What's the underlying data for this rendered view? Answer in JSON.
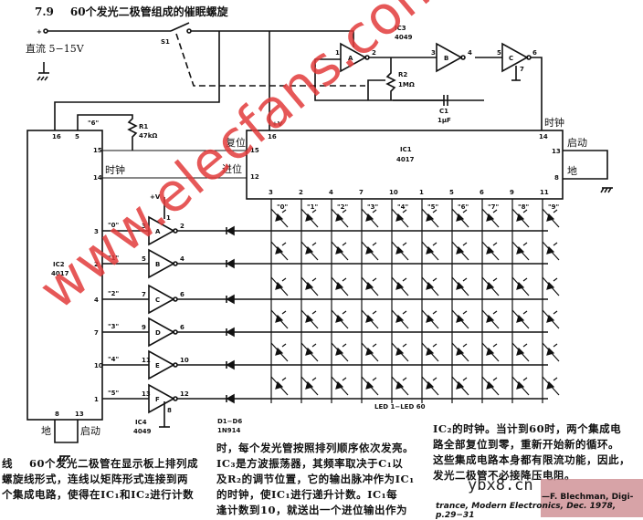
{
  "title": {
    "number": "7.9",
    "text": "60个发光二极管组成的催眠螺旋"
  },
  "power": {
    "label": "直流 5−15V",
    "plus": "+",
    "switch": "S1"
  },
  "ic3": {
    "name": "IC3",
    "part": "4049",
    "gates": [
      {
        "label": "A",
        "in": "1",
        "out": "2"
      },
      {
        "label": "B",
        "in": "3",
        "out": "4"
      },
      {
        "label": "C",
        "in": "5",
        "out": "6",
        "gnd": "7"
      }
    ],
    "r2": "R2",
    "r2_value": "1MΩ",
    "c1": "C1",
    "c1_value": "1μF"
  },
  "ic1": {
    "name": "IC1",
    "part": "4017",
    "vplus": "+V",
    "pin16": "16",
    "pin15": "15",
    "pin12": "12",
    "pin14": "14",
    "pin13": "13",
    "pin8": "8",
    "reset": "复位",
    "carry": "进位",
    "clock": "时钟",
    "enable": "启动",
    "ground": "地",
    "outputs": [
      "3",
      "2",
      "4",
      "7",
      "10",
      "1",
      "5",
      "6",
      "9",
      "11"
    ],
    "col_labels": [
      "\"0\"",
      "\"1\"",
      "\"2\"",
      "\"3\"",
      "\"4\"",
      "\"5\"",
      "\"6\"",
      "\"7\"",
      "\"8\"",
      "\"9\""
    ]
  },
  "ic2": {
    "name": "IC2",
    "part": "4017",
    "pin16": "16",
    "pin5": "5",
    "pin15": "15",
    "pin14": "14",
    "pin8": "8",
    "pin13": "13",
    "clock": "时钟",
    "ground": "地",
    "enable": "启动",
    "r1": "R1",
    "r1_value": "47kΩ",
    "reset_tag": "\"6\"",
    "outputs": [
      "3",
      "2",
      "4",
      "7",
      "10",
      "1"
    ],
    "row_labels": [
      "\"0\"",
      "\"1\"",
      "\"2\"",
      "\"3\"",
      "\"4\"",
      "\"5\""
    ]
  },
  "ic4": {
    "name": "IC4",
    "part": "4049",
    "vplus": "+V",
    "pin1": "1",
    "gnd": "8",
    "buffers": [
      {
        "label": "A",
        "in": "3",
        "out": "2"
      },
      {
        "label": "B",
        "in": "5",
        "out": "4"
      },
      {
        "label": "C",
        "in": "7",
        "out": "6"
      },
      {
        "label": "D",
        "in": "9",
        "out": "6"
      },
      {
        "label": "E",
        "in": "11",
        "out": "10"
      },
      {
        "label": "F",
        "in": "13",
        "out": "12"
      }
    ]
  },
  "diodes": {
    "label": "D1−D6",
    "part": "1N914"
  },
  "leds": {
    "label": "LED 1−LED 60"
  },
  "body_text": {
    "col1": "线    60个发光二极管在显示板上排列成\n螺旋线形式，连线以矩阵形式连接到两\n个集成电路，使得在IC₁和IC₂进行计数",
    "col2": "时，每个发光管按照排列顺序依次发亮。\nIC₃是方波振荡器，其频率取决于C₁以\n及R₂的调节位置，它的输出脉冲作为IC₁\n的时钟，使IC₁进行递升计数。IC₁每\n逢计数到10，就送出一个进位输出作为",
    "col3": "IC₂的时钟。当计到60时，两个集成电\n路全部复位到零，重新开始新的循环。\n这些集成电路本身都有限流功能，因此，\n发光二极管不必接降压电阻。"
  },
  "reference": {
    "author": "—F. Blechman, Digi-",
    "source": "trance, Modern Electronics, Dec. 1978, p.29−31"
  },
  "watermarks": {
    "site": "www.elecfans.com",
    "corner": "ybx8.cn"
  }
}
